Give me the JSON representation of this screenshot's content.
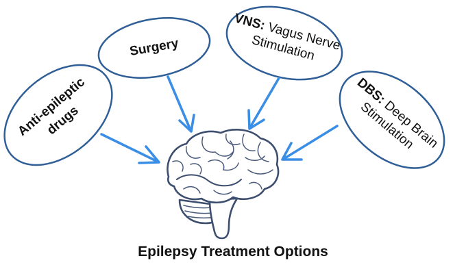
{
  "caption": "Epilepsy Treatment Options",
  "bubbles": {
    "drugs": {
      "line1": "Anti-epileptic",
      "line2": "drugs"
    },
    "surgery": {
      "label": "Surgery"
    },
    "vns": {
      "abbr": "VNS:",
      "line1": " Vagus Nerve",
      "line2": "Stimulation"
    },
    "dbs": {
      "abbr": "DBS:",
      "line1": " Deep Brain",
      "line2": "Stimulation"
    }
  },
  "icons": {
    "center": "brain-icon",
    "arrows": "arrow-icon"
  },
  "colors": {
    "bubble_stroke": "#2f5f96",
    "arrow": "#3a8ee6",
    "brain": "#3d4e6f",
    "text": "#111111"
  }
}
